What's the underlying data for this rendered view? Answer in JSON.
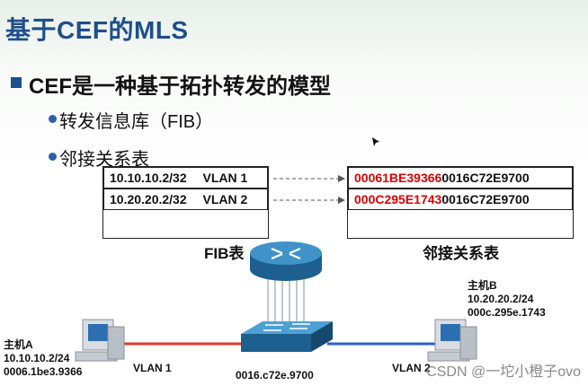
{
  "title": "基于CEF的MLS",
  "bullet_main": "CEF是一种基于拓扑转发的模型",
  "sub_bullets": [
    "转发信息库（FIB）",
    "邻接关系表"
  ],
  "fib_table": {
    "label": "FIB表",
    "rows": [
      {
        "ip": "10.10.10.2/32",
        "vlan": "VLAN 1"
      },
      {
        "ip": "10.20.20.2/32",
        "vlan": "VLAN 2"
      }
    ]
  },
  "adj_table": {
    "label": "邻接关系表",
    "rows": [
      {
        "dst_mac": "00061BE39366",
        "src_mac": "0016C72E9700"
      },
      {
        "dst_mac": "000C295E1743",
        "src_mac": "0016C72E9700"
      }
    ]
  },
  "host_a": {
    "name": "主机A",
    "ip": "10.10.10.2/24",
    "mac": "0006.1be3.9366"
  },
  "host_b": {
    "name": "主机B",
    "ip": "10.20.20.2/24",
    "mac": "000c.295e.1743"
  },
  "switch_mac": "0016.c72e.9700",
  "link_a_label": "VLAN 1",
  "link_b_label": "VLAN 2",
  "colors": {
    "title": "#1f4e8c",
    "dst_mac": "#e00000",
    "vlan1_link": "#e03a2a",
    "vlan2_link": "#2a5fc8"
  },
  "watermark": "CSDN @一坨小橙子ovo"
}
